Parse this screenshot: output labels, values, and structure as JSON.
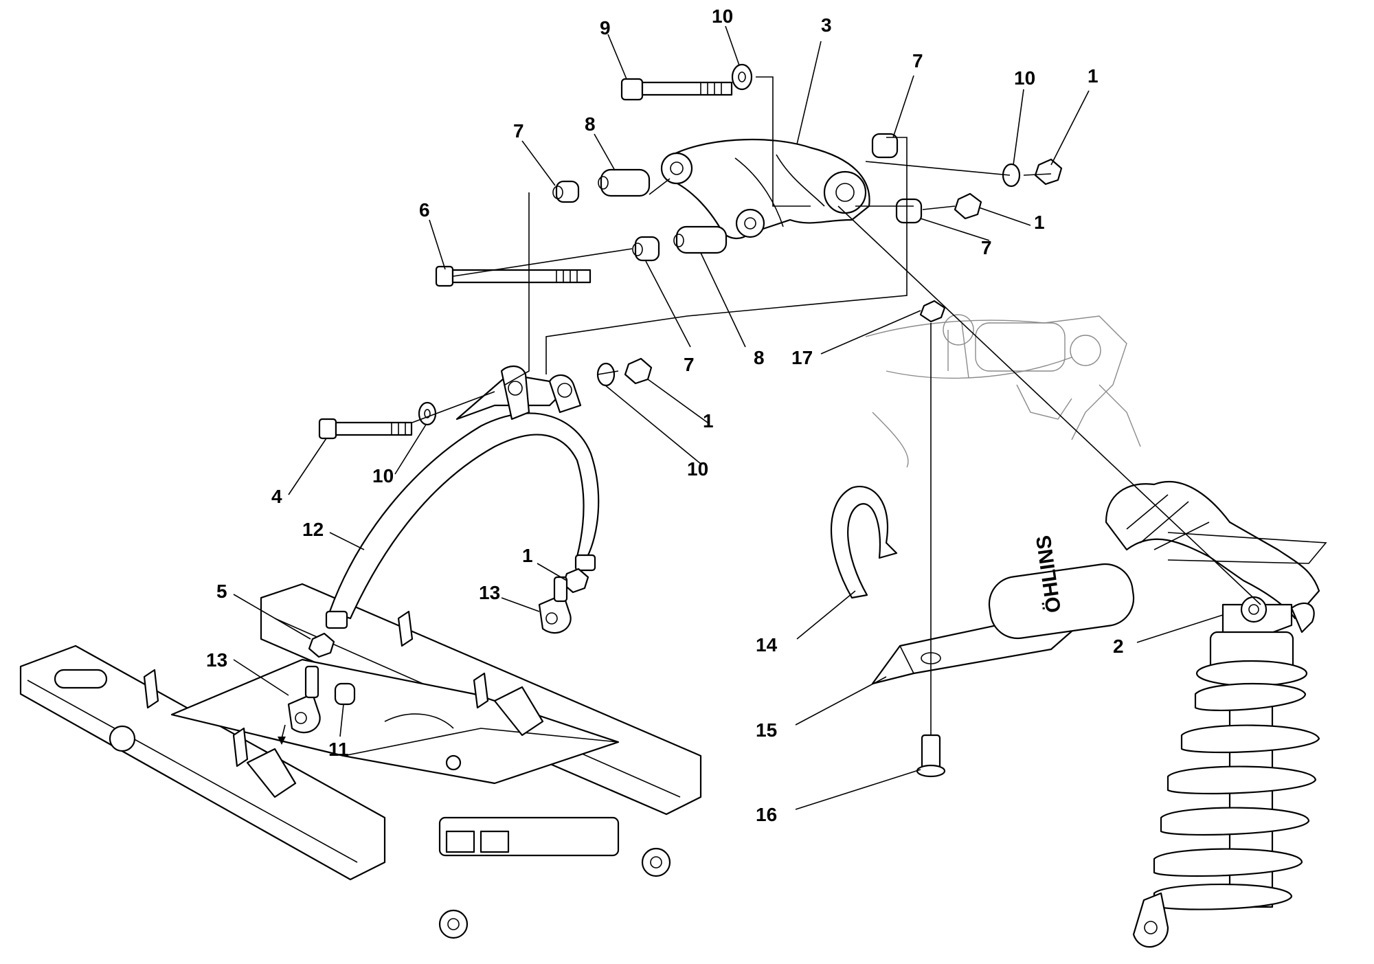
{
  "diagram": {
    "shock_brand": "ÖHLINS",
    "callouts": {
      "c1a": "1",
      "c1b": "1",
      "c1c": "1",
      "c1d": "1",
      "c2": "2",
      "c3": "3",
      "c4": "4",
      "c5": "5",
      "c6": "6",
      "c7a": "7",
      "c7b": "7",
      "c7c": "7",
      "c7d": "7",
      "c8a": "8",
      "c8b": "8",
      "c9": "9",
      "c10a": "10",
      "c10b": "10",
      "c10c": "10",
      "c10d": "10",
      "c11": "11",
      "c12": "12",
      "c13a": "13",
      "c13b": "13",
      "c14": "14",
      "c15": "15",
      "c16": "16",
      "c17": "17"
    }
  }
}
